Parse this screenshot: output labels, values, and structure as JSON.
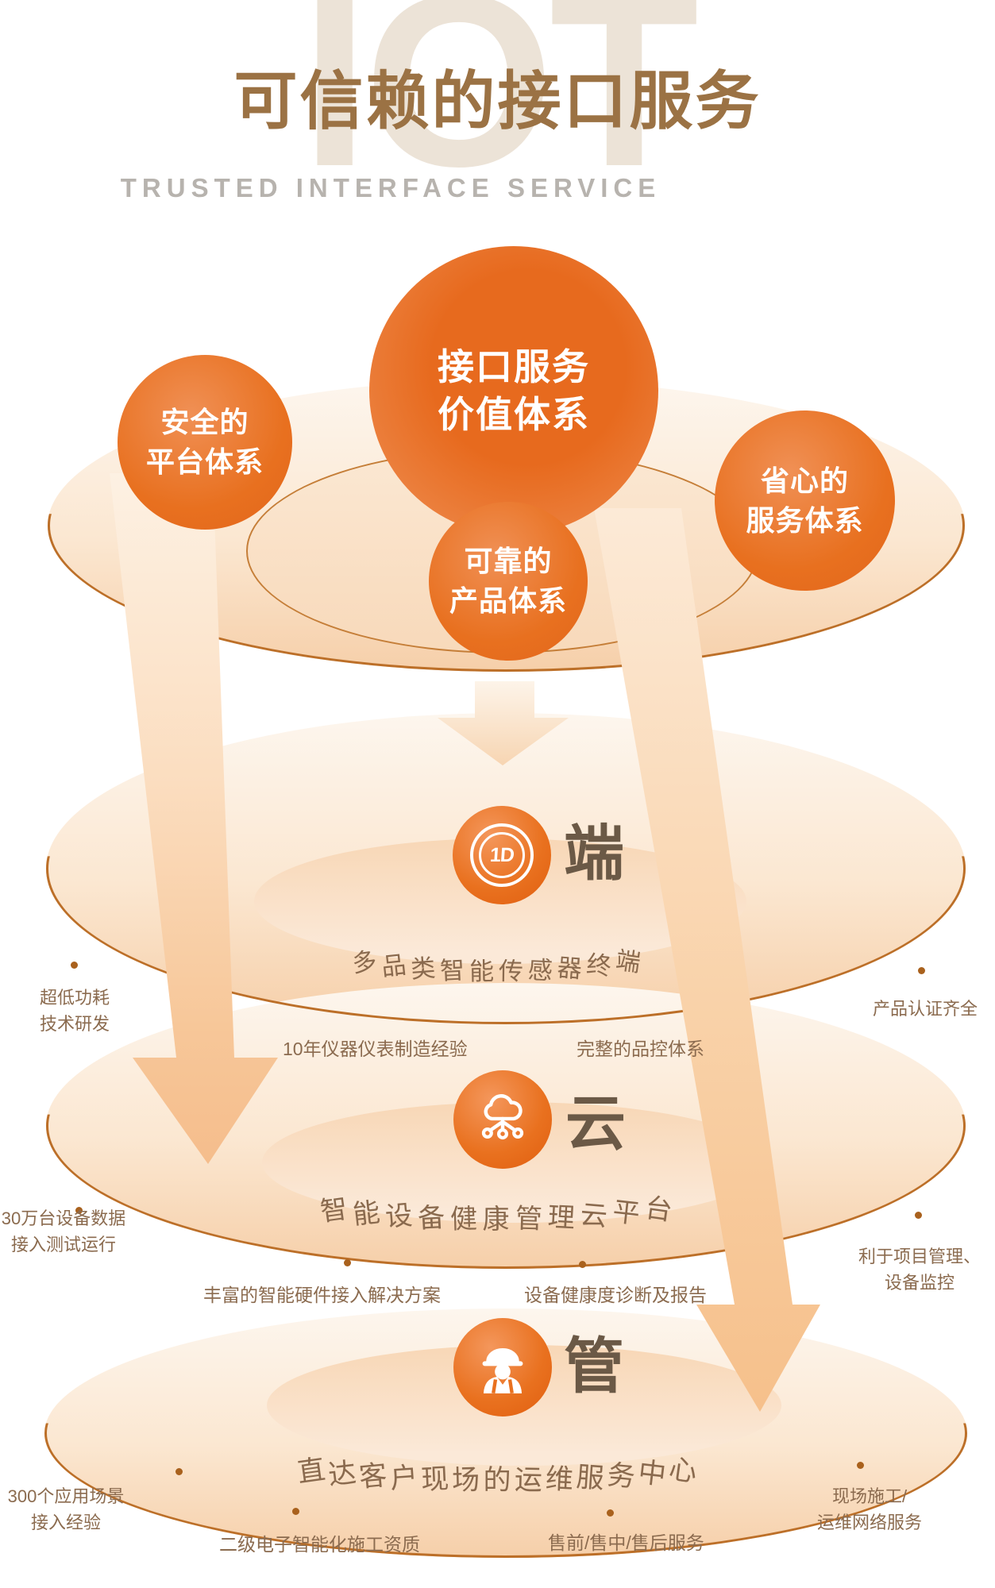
{
  "header": {
    "bg_word": "IOT",
    "title": "可信赖的接口服务",
    "subtitle": "TRUSTED INTERFACE SERVICE"
  },
  "value_circles": {
    "main": {
      "line1": "接口服务",
      "line2": "价值体系"
    },
    "secure": {
      "line1": "安全的",
      "line2": "平台体系"
    },
    "reliable": {
      "line1": "可靠的",
      "line2": "产品体系"
    },
    "carefree": {
      "line1": "省心的",
      "line2": "服务体系"
    }
  },
  "levels": {
    "terminal": {
      "name": "端",
      "icon": "sensor-id-icon",
      "icon_glyph": "1D",
      "arc_text": "多品类智能传感器终端",
      "left_note": "超低功耗\n技术研发",
      "right_note": "产品认证齐全",
      "bottom_left_note": "10年仪器仪表制造经验",
      "bottom_right_note": "完整的品控体系"
    },
    "cloud": {
      "name": "云",
      "icon": "cloud-network-icon",
      "arc_text": "智能设备健康管理云平台",
      "left_note": "30万台设备数据\n接入测试运行",
      "right_note": "利于项目管理、\n设备监控",
      "bottom_left_note": "丰富的智能硬件接入解决方案",
      "bottom_right_note": "设备健康度诊断及报告"
    },
    "manage": {
      "name": "管",
      "icon": "worker-icon",
      "arc_text": "直达客户现场的运维服务中心",
      "left_note": "300个应用场景\n接入经验",
      "right_note": "现场施工/\n运维网络服务",
      "bottom_left_note": "二级电子智能化施工资质",
      "bottom_right_note": "售前/售中/售后服务"
    }
  },
  "colors": {
    "accent_orange": "#e8701f",
    "deep_orange": "#e05e0f",
    "title_brown": "#9b7244",
    "label_brown": "#8b6b4f",
    "node_char_brown": "#6b5946",
    "outline_brown": "#bc6f28",
    "beige": "#ece3d7",
    "subtitle_gray": "#b7b3ae",
    "peach": "#f6cfa9"
  }
}
